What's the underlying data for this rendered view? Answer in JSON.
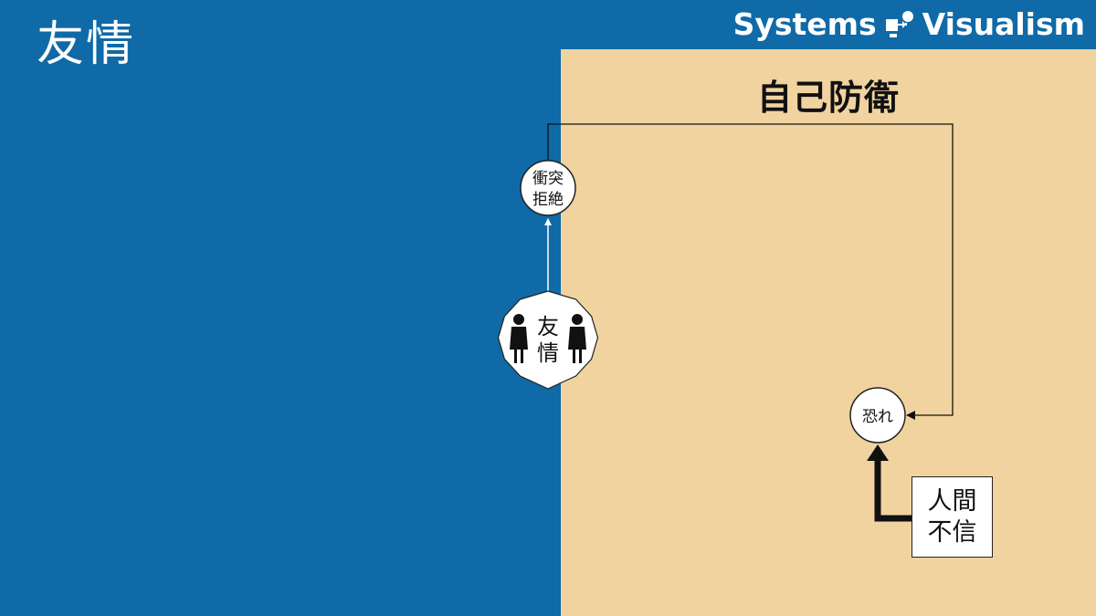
{
  "slide": {
    "title": "友情"
  },
  "brand": {
    "left": "Systems",
    "right": "Visualism",
    "logo_icon": "flow-diagram-icon"
  },
  "panel": {
    "title": "自己防衛",
    "color": "#f1d39f"
  },
  "colors": {
    "background": "#0f6aa7",
    "panel": "#f1d39f"
  },
  "nodes": {
    "conflict": {
      "line1": "衝突",
      "line2": "拒絶"
    },
    "friendship": {
      "line1": "友",
      "line2": "情",
      "icon": "two-people-icon"
    },
    "fear": {
      "label": "恐れ"
    },
    "distrust": {
      "line1": "人間",
      "line2": "不信"
    }
  }
}
